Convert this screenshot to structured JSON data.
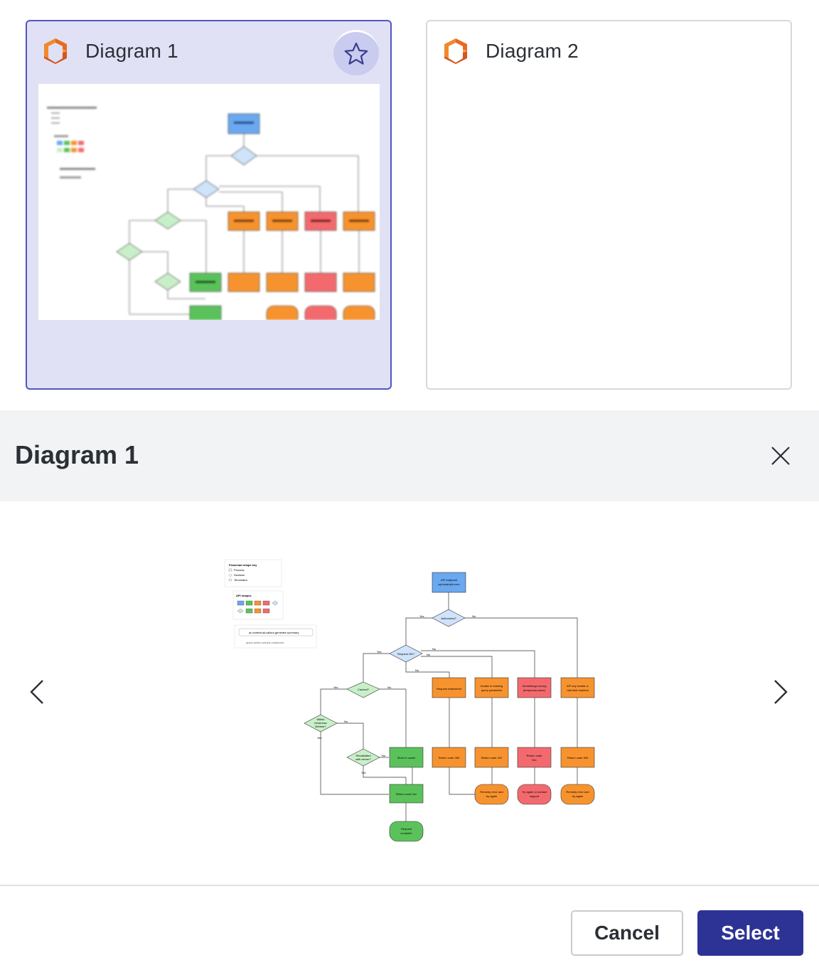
{
  "cards": [
    {
      "title": "Diagram 1",
      "selected": true,
      "favorite_icon": "star-icon",
      "logo_icon": "lucid-logo-icon"
    },
    {
      "title": "Diagram 2",
      "selected": false,
      "logo_icon": "lucid-logo-icon"
    }
  ],
  "panel": {
    "title": "Diagram 1",
    "close_icon": "close-icon",
    "prev_icon": "chevron-left-icon",
    "next_icon": "chevron-right-icon"
  },
  "diagram_labels": {
    "key_title": "Flowchart shape key",
    "key_items": [
      "Process",
      "Decision",
      "Terminator"
    ],
    "api_shapes_title": "API shapes",
    "callout_1": "ai-contextual-callout-generate-summary",
    "callout_2": "quick-action-wizard-customize",
    "api_endpoint": "API endpoint",
    "api_endpoint_url": "api.example.com",
    "authorized": "Authorized?",
    "request_ok": "Request OK?",
    "cached": "Cached?",
    "within_freshness_1": "Within",
    "within_freshness_2": "freshness",
    "within_freshness_3": "lifetime?",
    "revalidated_1": "Revalidated",
    "revalidated_2": "with server?",
    "store_cache": "Store in cache",
    "return_2xx": "Return code 2xx",
    "request_complete_1": "Request",
    "request_complete_2": "complete",
    "request_malformed": "Request malformed",
    "invalid_param_1": "Invalid or missing",
    "invalid_param_2": "query parameter",
    "something_wrong_1": "Something's wrong",
    "something_wrong_2": "(temporary issue)",
    "api_key_1": "API key invalid or",
    "api_key_2": "rate limit reached",
    "return_400": "Return code 400",
    "return_422": "Return code 422",
    "return_5xx_1": "Return code",
    "return_5xx_2": "5xx",
    "return_403": "Return code 403",
    "remedy_1a": "Remedy error and",
    "remedy_1b": "try again",
    "try_again_1": "Try again or contact",
    "try_again_2": "support",
    "remedy_2a": "Remedy error and",
    "remedy_2b": "try again",
    "yes": "Yes",
    "no": "No"
  },
  "colors": {
    "accent": "#2d3394",
    "selected_bg": "#e1e1f5",
    "blue": "#6aa8f0",
    "orange": "#f7932f",
    "red": "#f36a6e",
    "green": "#5bc25b",
    "light_blue": "#cfe3fb",
    "light_green": "#c8f0c8"
  },
  "footer": {
    "cancel_label": "Cancel",
    "select_label": "Select"
  }
}
